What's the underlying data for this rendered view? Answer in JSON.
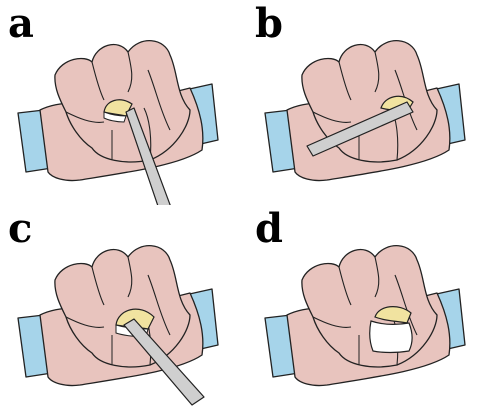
{
  "panels": [
    {
      "label": "a"
    },
    {
      "label": "b"
    },
    {
      "label": "c"
    },
    {
      "label": "d"
    }
  ],
  "colors": {
    "bone": "#e8c4be",
    "disc": "#a6d4ea",
    "tumor": "#f1e3a0",
    "instrument": "#cfcfcf",
    "outline": "#222222",
    "cavity": "#ffffff"
  }
}
